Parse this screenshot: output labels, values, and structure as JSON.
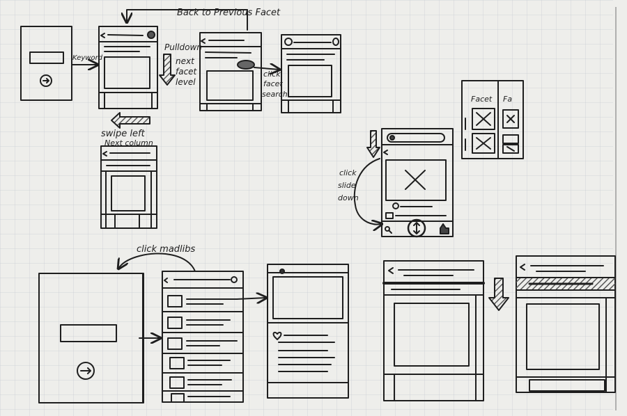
{
  "colors": {
    "paper": "#eeeeeb",
    "grid": "#c9cdd4",
    "ink": "#1e1e1e",
    "shade": "#8a8a8a"
  },
  "icons": [
    "arrow-circle-icon",
    "back-arrow-icon",
    "search-icon",
    "close-circle-icon",
    "down-arrow-icon",
    "heart-icon",
    "thumb-icon"
  ],
  "annotations": {
    "back_to_previous": "Back to Previous Facet",
    "keyword": "Keyword",
    "pull_down": [
      "Pulldown",
      "next",
      "facet",
      "level"
    ],
    "click_facet": [
      "click",
      "facet",
      "search"
    ],
    "swipe_left": "swipe left",
    "next_column": "Next column",
    "click_slide": [
      "click",
      "slide",
      "down"
    ],
    "click_madlibs": "click madlibs",
    "facet_header_1": "Facet",
    "facet_header_2": "Fa"
  }
}
